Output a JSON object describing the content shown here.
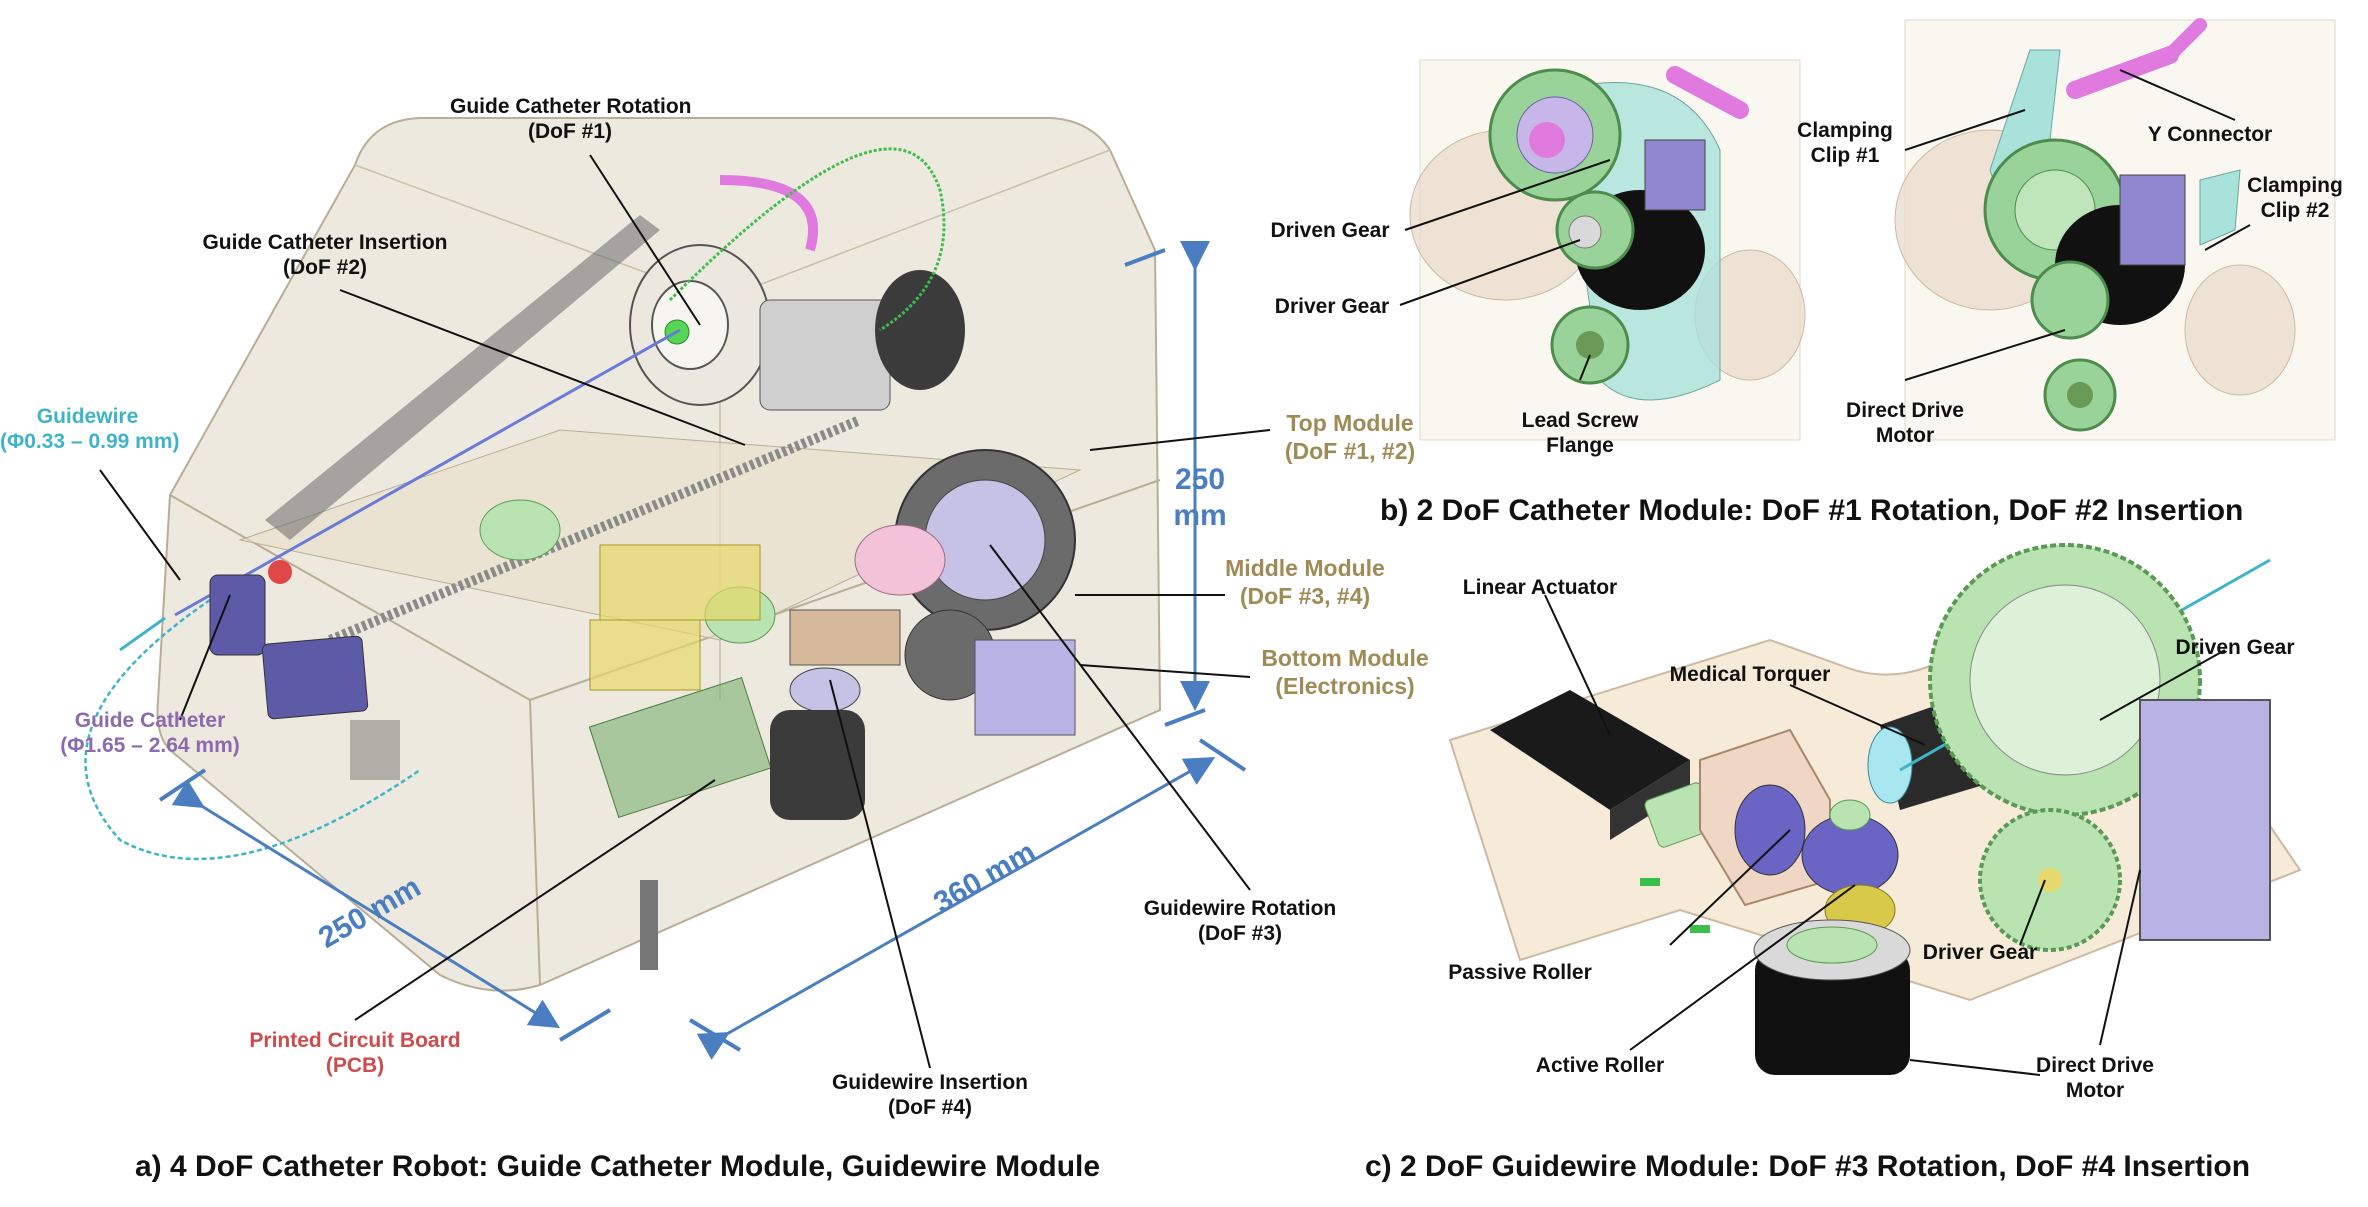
{
  "panel_a": {
    "caption": "a) 4 DoF Catheter Robot: Guide Catheter Module, Guidewire Module",
    "labels": {
      "gc_rotation": [
        "Guide Catheter Rotation",
        "(DoF #1)"
      ],
      "gc_insertion": [
        "Guide Catheter Insertion",
        "(DoF #2)"
      ],
      "guidewire": [
        "Guidewire",
        "(Φ0.33 – 0.99 mm)"
      ],
      "guide_catheter": [
        "Guide Catheter",
        "(Φ1.65 – 2.64 mm)"
      ],
      "top_module": [
        "Top Module",
        "(DoF #1, #2)"
      ],
      "middle_module": [
        "Middle Module",
        "(DoF #3, #4)"
      ],
      "bottom_module": [
        "Bottom Module",
        "(Electronics)"
      ],
      "gw_rotation": [
        "Guidewire Rotation",
        "(DoF #3)"
      ],
      "gw_insertion": [
        "Guidewire Insertion",
        "(DoF #4)"
      ],
      "pcb": [
        "Printed Circuit Board",
        "(PCB)"
      ],
      "dim_height": [
        "250",
        "mm"
      ],
      "dim_width": "250 mm",
      "dim_length": "360 mm"
    }
  },
  "panel_b": {
    "caption": "b) 2 DoF Catheter Module: DoF #1 Rotation, DoF #2 Insertion",
    "labels": {
      "driven_gear": "Driven Gear",
      "driver_gear": "Driver Gear",
      "lead_screw_flange": [
        "Lead Screw",
        "Flange"
      ],
      "clamping_clip_1": [
        "Clamping",
        "Clip #1"
      ],
      "y_connector": "Y Connector",
      "clamping_clip_2": [
        "Clamping",
        "Clip #2"
      ],
      "direct_drive_motor": [
        "Direct Drive",
        "Motor"
      ]
    }
  },
  "panel_c": {
    "caption": "c) 2 DoF Guidewire Module: DoF #3 Rotation, DoF #4 Insertion",
    "labels": {
      "linear_actuator": "Linear Actuator",
      "medical_torquer": "Medical Torquer",
      "driven_gear": "Driven Gear",
      "passive_roller": "Passive Roller",
      "driver_gear": "Driver Gear",
      "active_roller": "Active Roller",
      "direct_drive_motor": [
        "Direct Drive",
        "Motor"
      ]
    }
  },
  "colors": {
    "module_label": "#a08a55",
    "guidewire": "#3fb4c8",
    "guide_catheter": "#8b6ab0",
    "pcb_label": "#cf4b4b",
    "dimension": "#4a7ec0",
    "gear_green": "#b9e3b0",
    "motor_purple": "#b9b2e4",
    "housing": "#d9cfb9"
  }
}
